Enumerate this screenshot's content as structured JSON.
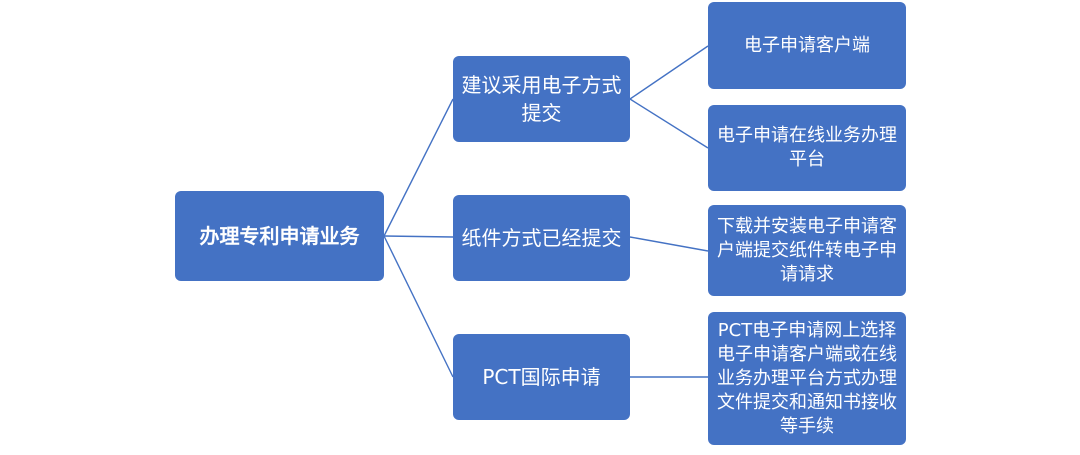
{
  "diagram": {
    "root": {
      "label": "办理专利申请业务"
    },
    "branches": [
      {
        "label": "建议采用电子方式提交",
        "children": [
          {
            "label": "电子申请客户端"
          },
          {
            "label": "电子申请在线业务办理平台"
          }
        ]
      },
      {
        "label": "纸件方式已经提交",
        "children": [
          {
            "label": "下载并安装电子申请客户端提交纸件转电子申请请求"
          }
        ]
      },
      {
        "label": "PCT国际申请",
        "children": [
          {
            "label": "PCT电子申请网上选择电子申请客户端或在线业务办理平台方式办理文件提交和通知书接收等手续"
          }
        ]
      }
    ]
  },
  "colors": {
    "box_fill": "#4472c4",
    "line": "#4472c4",
    "text": "#ffffff"
  }
}
